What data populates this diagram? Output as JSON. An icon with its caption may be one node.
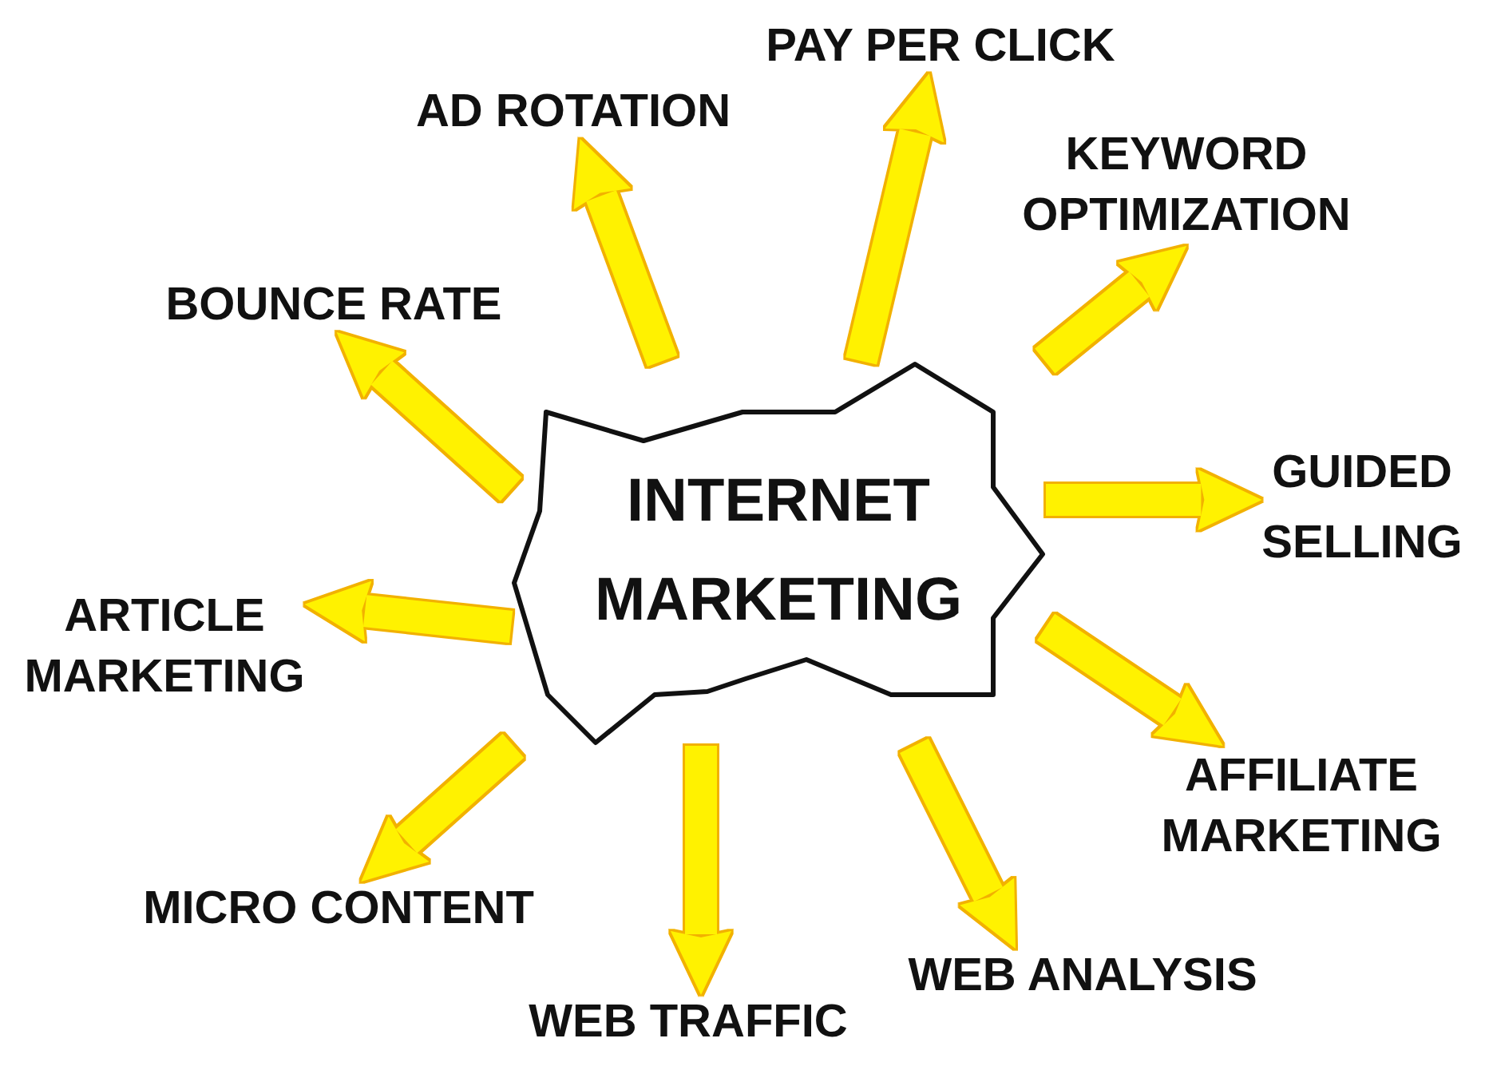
{
  "diagram": {
    "nodes": [
      {
        "text": [
          "INTERNET MARKETING"
        ]
      },
      {
        "text": [
          "AD ROTATION"
        ]
      },
      {
        "text": [
          "PAY PER CLICK"
        ]
      },
      {
        "text": [
          "KEYWORD OPTIMIZATION"
        ]
      },
      {
        "text": [
          "GUIDED SELLING"
        ]
      },
      {
        "text": [
          "AFFILIATE MARKETING"
        ]
      },
      {
        "text": [
          "WEB ANALYSIS"
        ]
      },
      {
        "text": [
          "WEB TRAFFIC"
        ]
      },
      {
        "text": [
          "MICRO CONTENT"
        ]
      },
      {
        "text": [
          "ARTICLE MARKETING"
        ]
      },
      {
        "text": [
          "BOUNCE RATE"
        ]
      }
    ],
    "edges": [
      {
        "from": 0,
        "to": 1,
        "arrow": "to"
      },
      {
        "from": 0,
        "to": 2,
        "arrow": "to"
      },
      {
        "from": 0,
        "to": 3,
        "arrow": "to"
      },
      {
        "from": 0,
        "to": 4,
        "arrow": "to"
      },
      {
        "from": 0,
        "to": 5,
        "arrow": "to"
      },
      {
        "from": 0,
        "to": 6,
        "arrow": "to"
      },
      {
        "from": 0,
        "to": 7,
        "arrow": "to"
      },
      {
        "from": 0,
        "to": 8,
        "arrow": "to"
      },
      {
        "from": 0,
        "to": 9,
        "arrow": "to"
      },
      {
        "from": 0,
        "to": 10,
        "arrow": "to"
      }
    ]
  }
}
